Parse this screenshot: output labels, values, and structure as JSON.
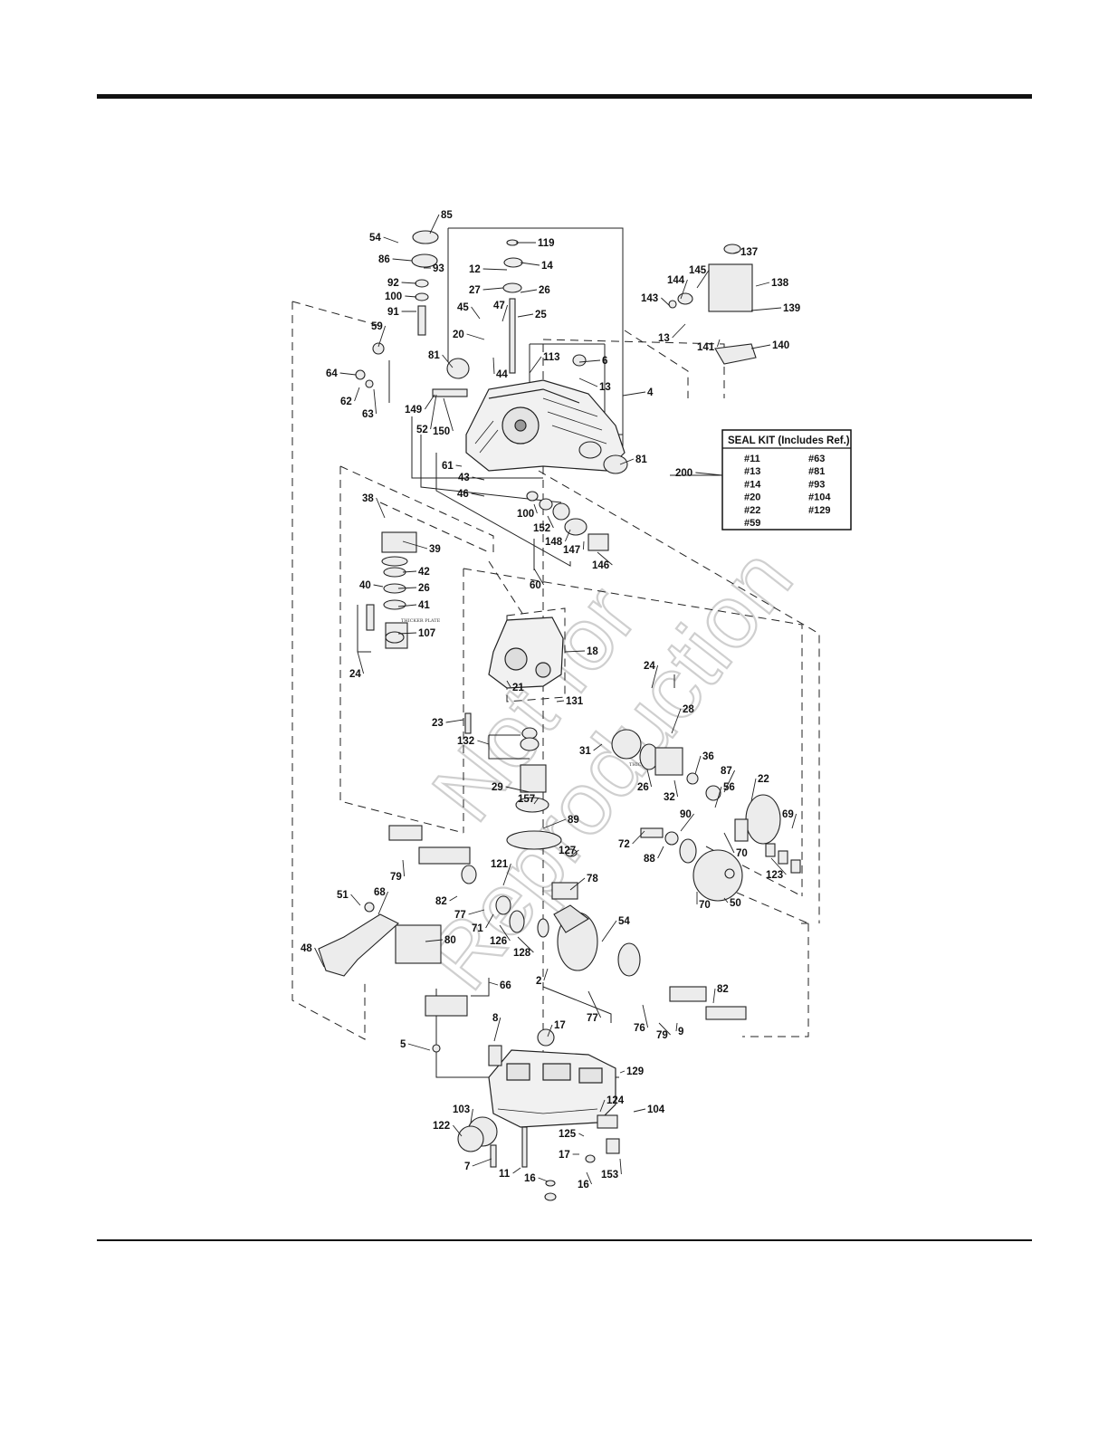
{
  "seal_kit": {
    "title": "SEAL KIT (Includes Ref.)",
    "left_column": [
      "#11",
      "#13",
      "#14",
      "#20",
      "#22",
      "#59"
    ],
    "right_column": [
      "#63",
      "#81",
      "#93",
      "#104",
      "#129"
    ],
    "ref_number": "200"
  },
  "watermark": {
    "line1": "Not for",
    "line2": "Reproduction"
  },
  "plate_notes": [
    "THICKER PLATE",
    "THICKER PLATE"
  ],
  "labels": [
    "85",
    "54",
    "86",
    "93",
    "92",
    "100",
    "91",
    "59",
    "64",
    "62",
    "63",
    "149",
    "150",
    "52",
    "119",
    "14",
    "12",
    "27",
    "26",
    "45",
    "47",
    "25",
    "20",
    "81",
    "44",
    "113",
    "6",
    "13",
    "4",
    "137",
    "145",
    "144",
    "138",
    "143",
    "139",
    "13",
    "141",
    "140",
    "61",
    "43",
    "46",
    "81",
    "100",
    "152",
    "148",
    "147",
    "146",
    "60",
    "200",
    "38",
    "39",
    "42",
    "40",
    "26",
    "41",
    "107",
    "24",
    "18",
    "24",
    "23",
    "21",
    "131",
    "132",
    "31",
    "28",
    "36",
    "56",
    "29",
    "26",
    "32",
    "87",
    "22",
    "157",
    "89",
    "69",
    "72",
    "90",
    "70",
    "88",
    "123",
    "127",
    "121",
    "78",
    "79",
    "82",
    "77",
    "71",
    "70",
    "50",
    "51",
    "68",
    "54",
    "48",
    "80",
    "126",
    "128",
    "2",
    "66",
    "77",
    "76",
    "82",
    "79",
    "9",
    "8",
    "17",
    "5",
    "129",
    "124",
    "104",
    "103",
    "122",
    "125",
    "17",
    "7",
    "11",
    "16",
    "153",
    "16"
  ]
}
